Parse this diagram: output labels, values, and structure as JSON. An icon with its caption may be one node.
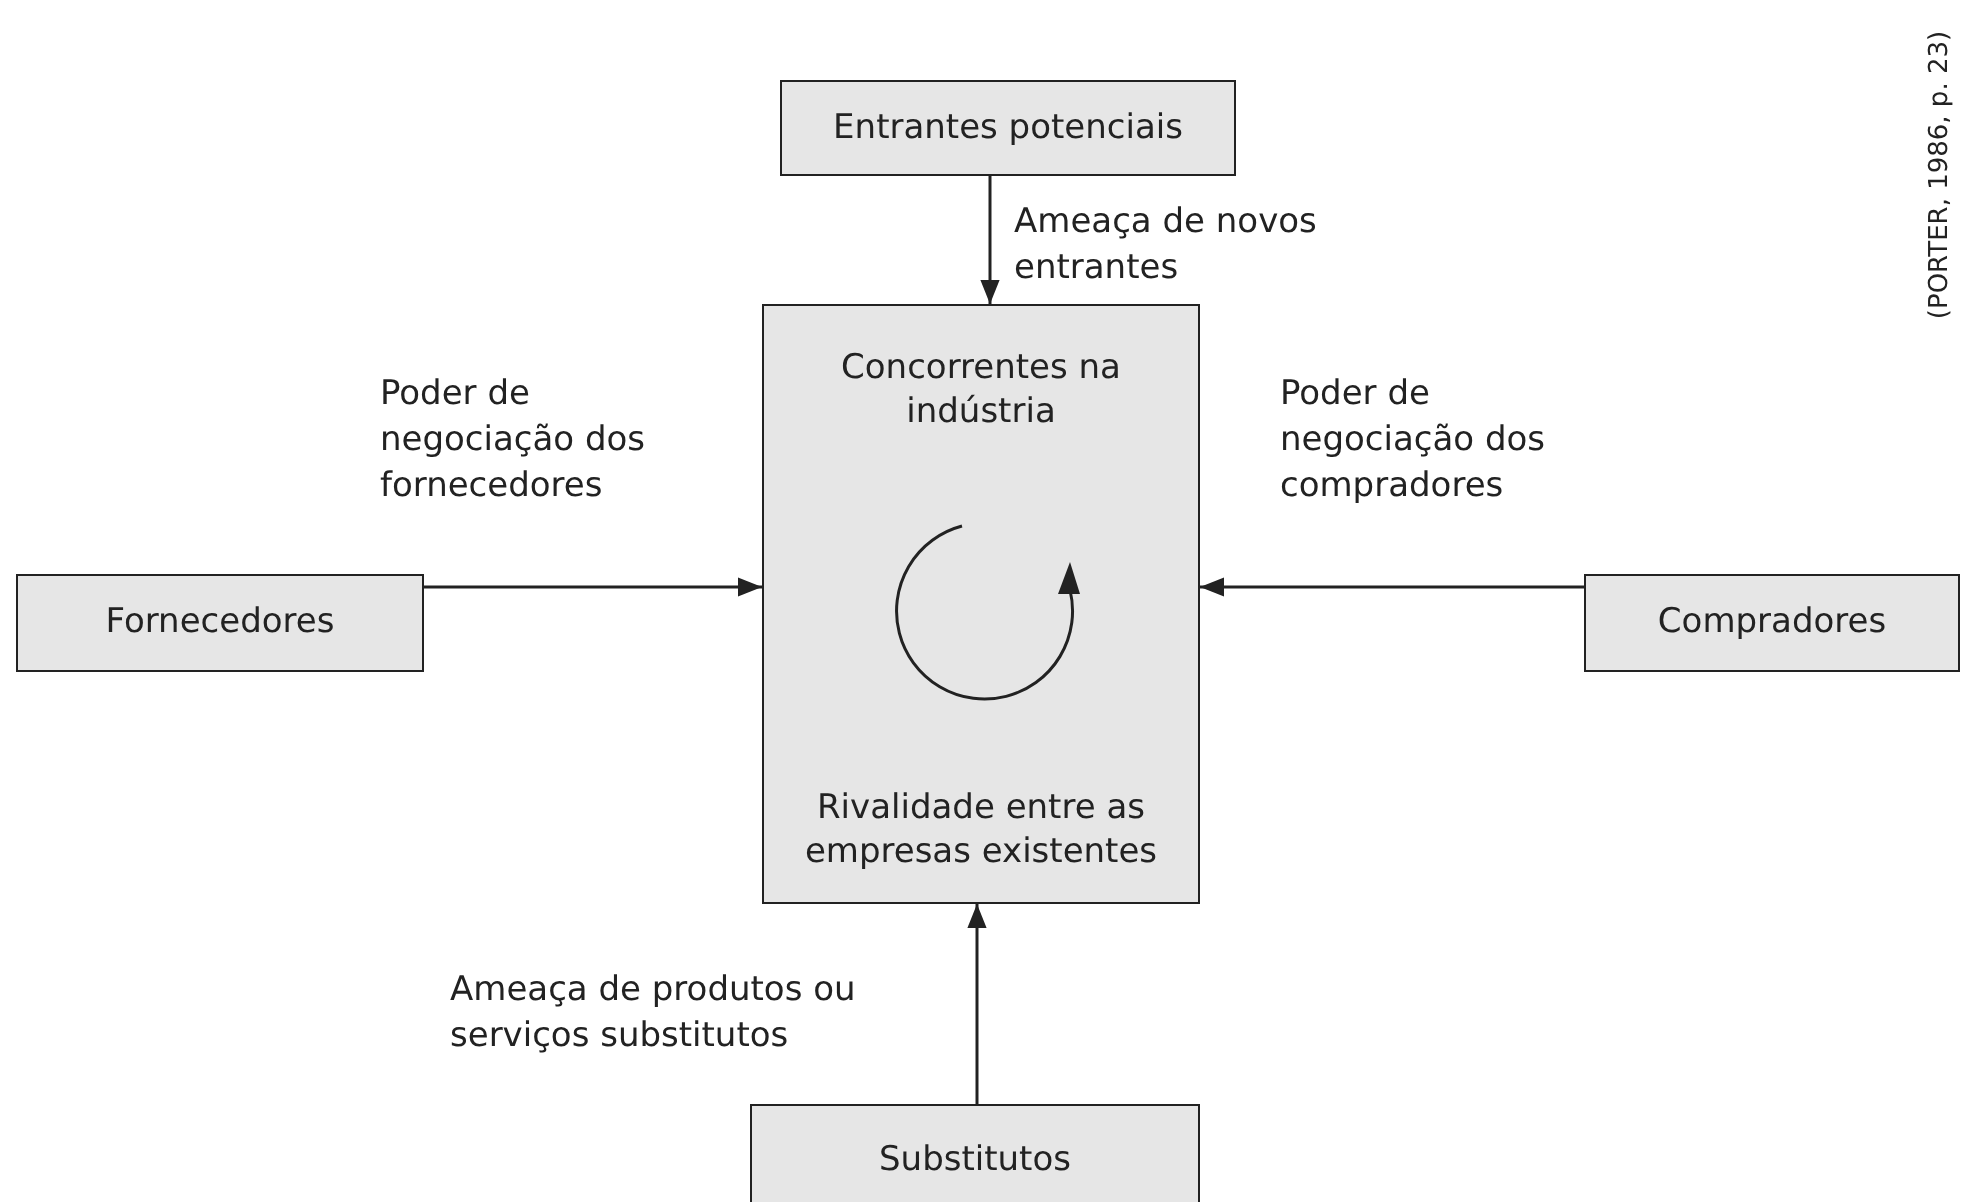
{
  "diagram": {
    "nodes": [
      {
        "text": [
          "Entrantes potenciais"
        ]
      },
      {
        "text": [
          "Concorrentes na indústria",
          "Rivalidade entre as empresas existentes"
        ]
      },
      {
        "text": [
          "Fornecedores"
        ]
      },
      {
        "text": [
          "Compradores"
        ]
      },
      {
        "text": [
          "Substitutos"
        ]
      }
    ],
    "edges": [
      {
        "from": 0,
        "to": 1,
        "arrow": "to",
        "label": "Ameaça de novos entrantes"
      },
      {
        "from": 2,
        "to": 1,
        "arrow": "to",
        "label": "Poder de negociação dos fornecedores"
      },
      {
        "from": 3,
        "to": 1,
        "arrow": "to",
        "label": "Poder de negociação dos compradores"
      },
      {
        "from": 4,
        "to": 1,
        "arrow": "to",
        "label": "Ameaça de produtos ou serviços substitutos"
      }
    ],
    "labels": [
      "(PORTER, 1986, p. 23)"
    ]
  }
}
